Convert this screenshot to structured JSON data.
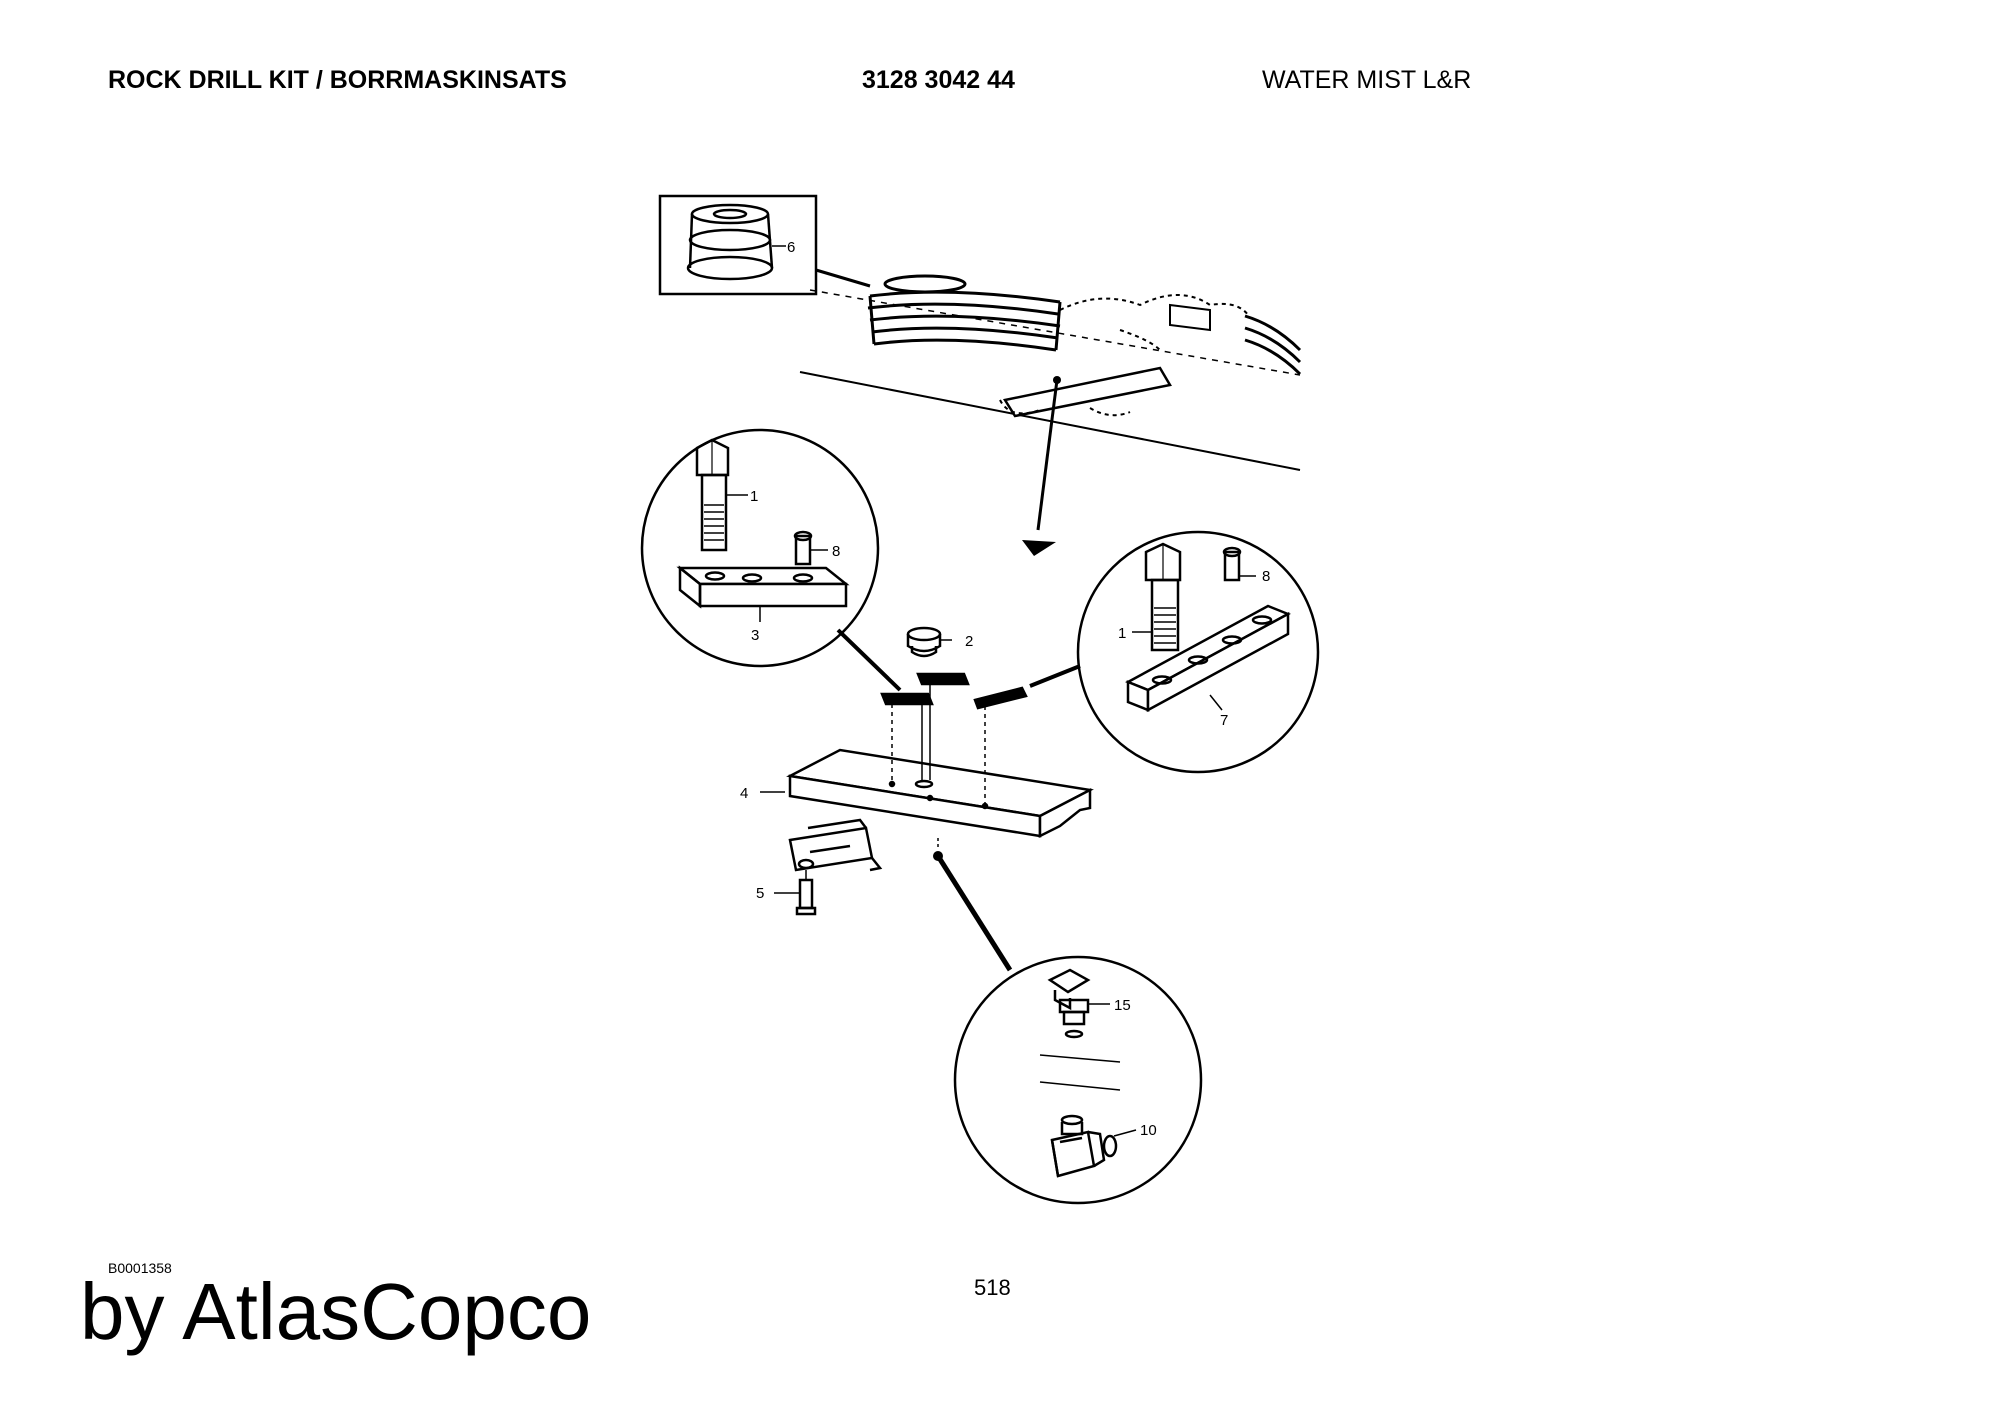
{
  "header": {
    "title": "ROCK DRILL KIT / BORRMASKINSATS",
    "part_number": "3128 3042 44",
    "description": "WATER MIST L&R"
  },
  "callouts": {
    "c1a": "1",
    "c8a": "8",
    "c3": "3",
    "c2": "2",
    "c4": "4",
    "c5": "5",
    "c6": "6",
    "c1b": "1",
    "c8b": "8",
    "c7": "7",
    "c15": "15",
    "c10": "10"
  },
  "footer": {
    "reference_code": "B0001358",
    "page_number": "518",
    "brand_line": "by AtlasCopco"
  }
}
